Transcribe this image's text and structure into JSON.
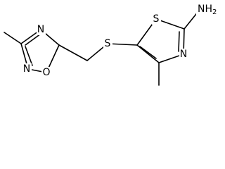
{
  "molecule": {
    "atom_labels": {
      "oxadiazole_n4": "N",
      "oxadiazole_n2": "N",
      "oxadiazole_o1": "O",
      "thioether_s": "S",
      "thiazole_s1": "S",
      "thiazole_n3": "N",
      "amine": "NH"
    },
    "amine_h_count": "2"
  },
  "colors": {
    "bond": "#000000",
    "label": "#000000",
    "background": "#ffffff"
  }
}
